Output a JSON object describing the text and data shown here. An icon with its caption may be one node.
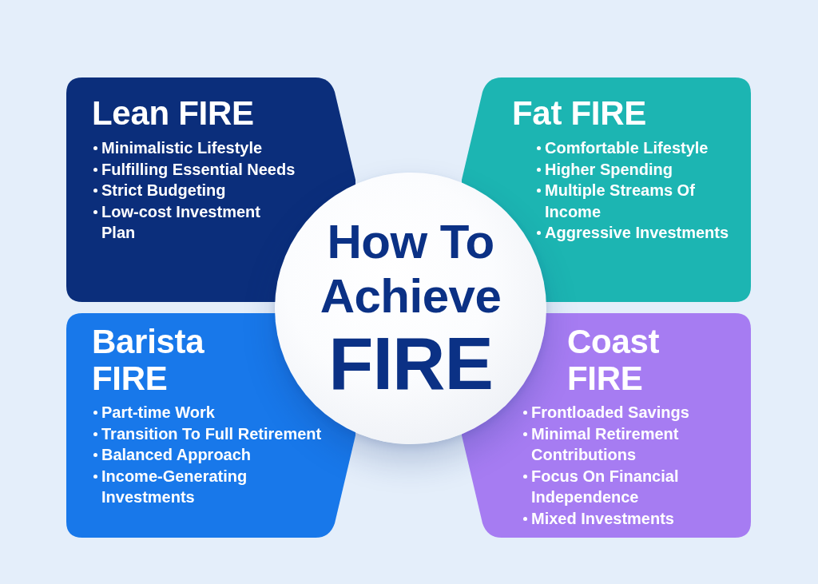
{
  "diagram": {
    "nodes": [
      {
        "text": [
          "Lean FIRE",
          "Minimalistic Lifestyle",
          "Fulfilling Essential Needs",
          "Strict Budgeting",
          "Low-cost Investment Plan"
        ]
      },
      {
        "text": [
          "Fat FIRE",
          "Comfortable Lifestyle",
          "Higher Spending",
          "Multiple Streams Of Income",
          "Aggressive Investments"
        ]
      },
      {
        "text": [
          "How To Achieve",
          "FIRE"
        ]
      },
      {
        "text": [
          "Barista FIRE",
          "Part-time Work",
          "Transition To Full Retirement",
          "Balanced Approach",
          "Income-Generating Investments"
        ]
      },
      {
        "text": [
          "Coast FIRE",
          "Frontloaded Savings",
          "Minimal Retirement Contributions",
          "Focus On Financial Independence",
          "Mixed Investments"
        ]
      }
    ]
  }
}
